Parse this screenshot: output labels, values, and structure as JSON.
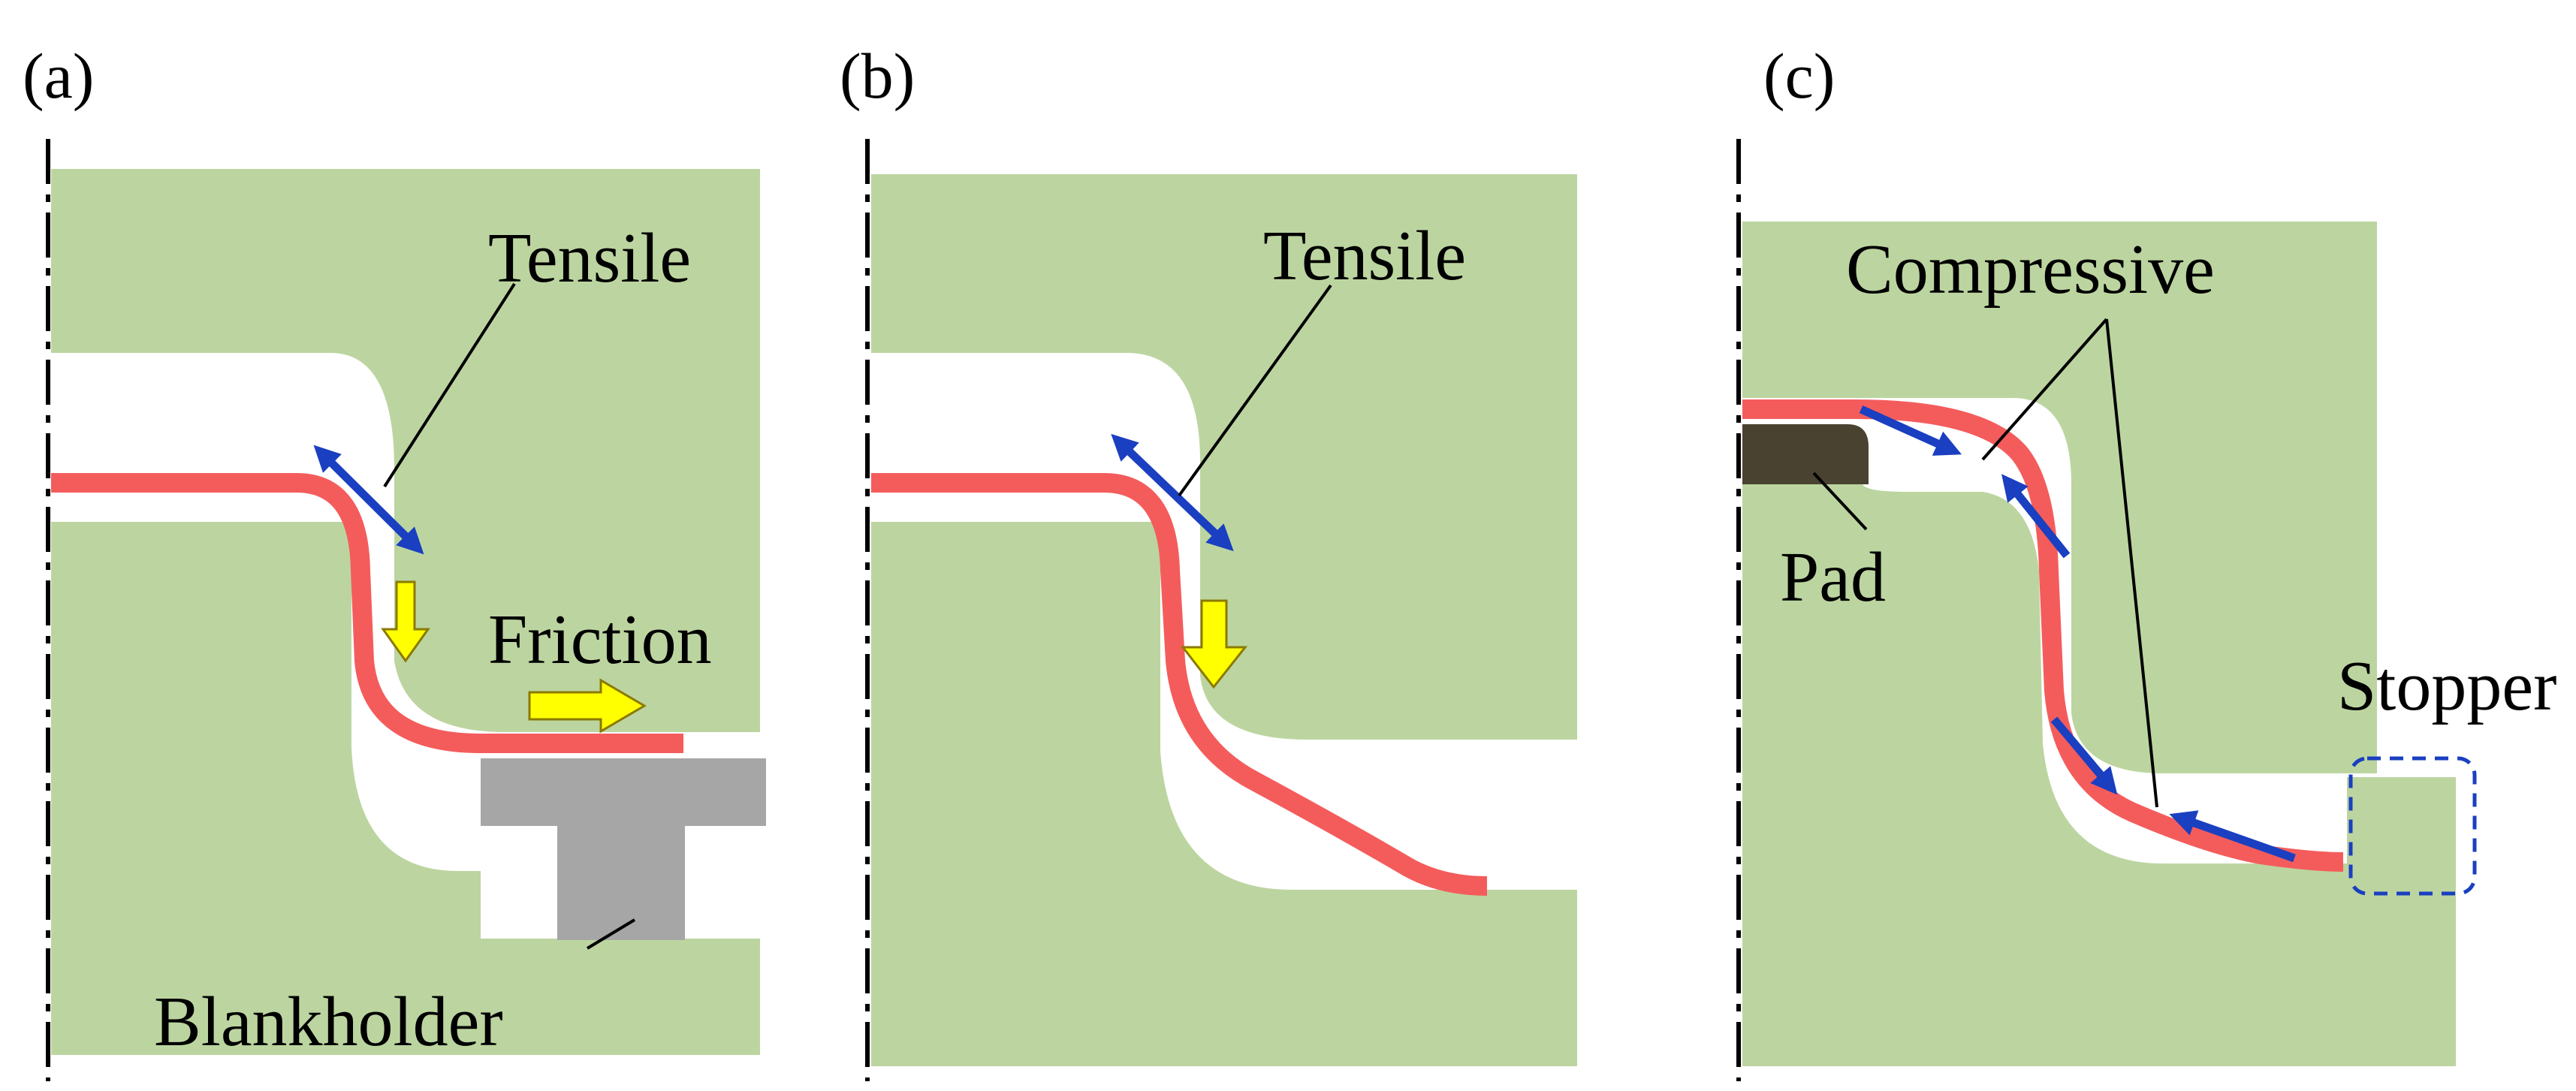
{
  "colors": {
    "die": "#bcd5a0",
    "sheet": "#f45c5c",
    "stress_arrow": "#1a3fc0",
    "motion_arrow_fill": "#ffff00",
    "motion_arrow_stroke": "#8a7a00",
    "blankholder": "#a6a6a6",
    "pad": "#4a4230",
    "stopper_box": "#1a3fc0",
    "axis_line": "#000000"
  },
  "panels": [
    {
      "id": "a",
      "label": "(a)",
      "annotations": {
        "stress": "Tensile",
        "friction": "Friction",
        "tool": "Blankholder"
      },
      "icons": [
        "double-headed-stress-arrow",
        "downward-motion-arrow",
        "rightward-friction-arrow"
      ]
    },
    {
      "id": "b",
      "label": "(b)",
      "annotations": {
        "stress": "Tensile"
      },
      "icons": [
        "double-headed-stress-arrow",
        "downward-motion-arrow"
      ]
    },
    {
      "id": "c",
      "label": "(c)",
      "annotations": {
        "stress": "Compressive",
        "pad": "Pad",
        "stopper": "Stopper"
      },
      "icons": [
        "converging-stress-arrows",
        "stopper-dashed-box"
      ]
    }
  ]
}
